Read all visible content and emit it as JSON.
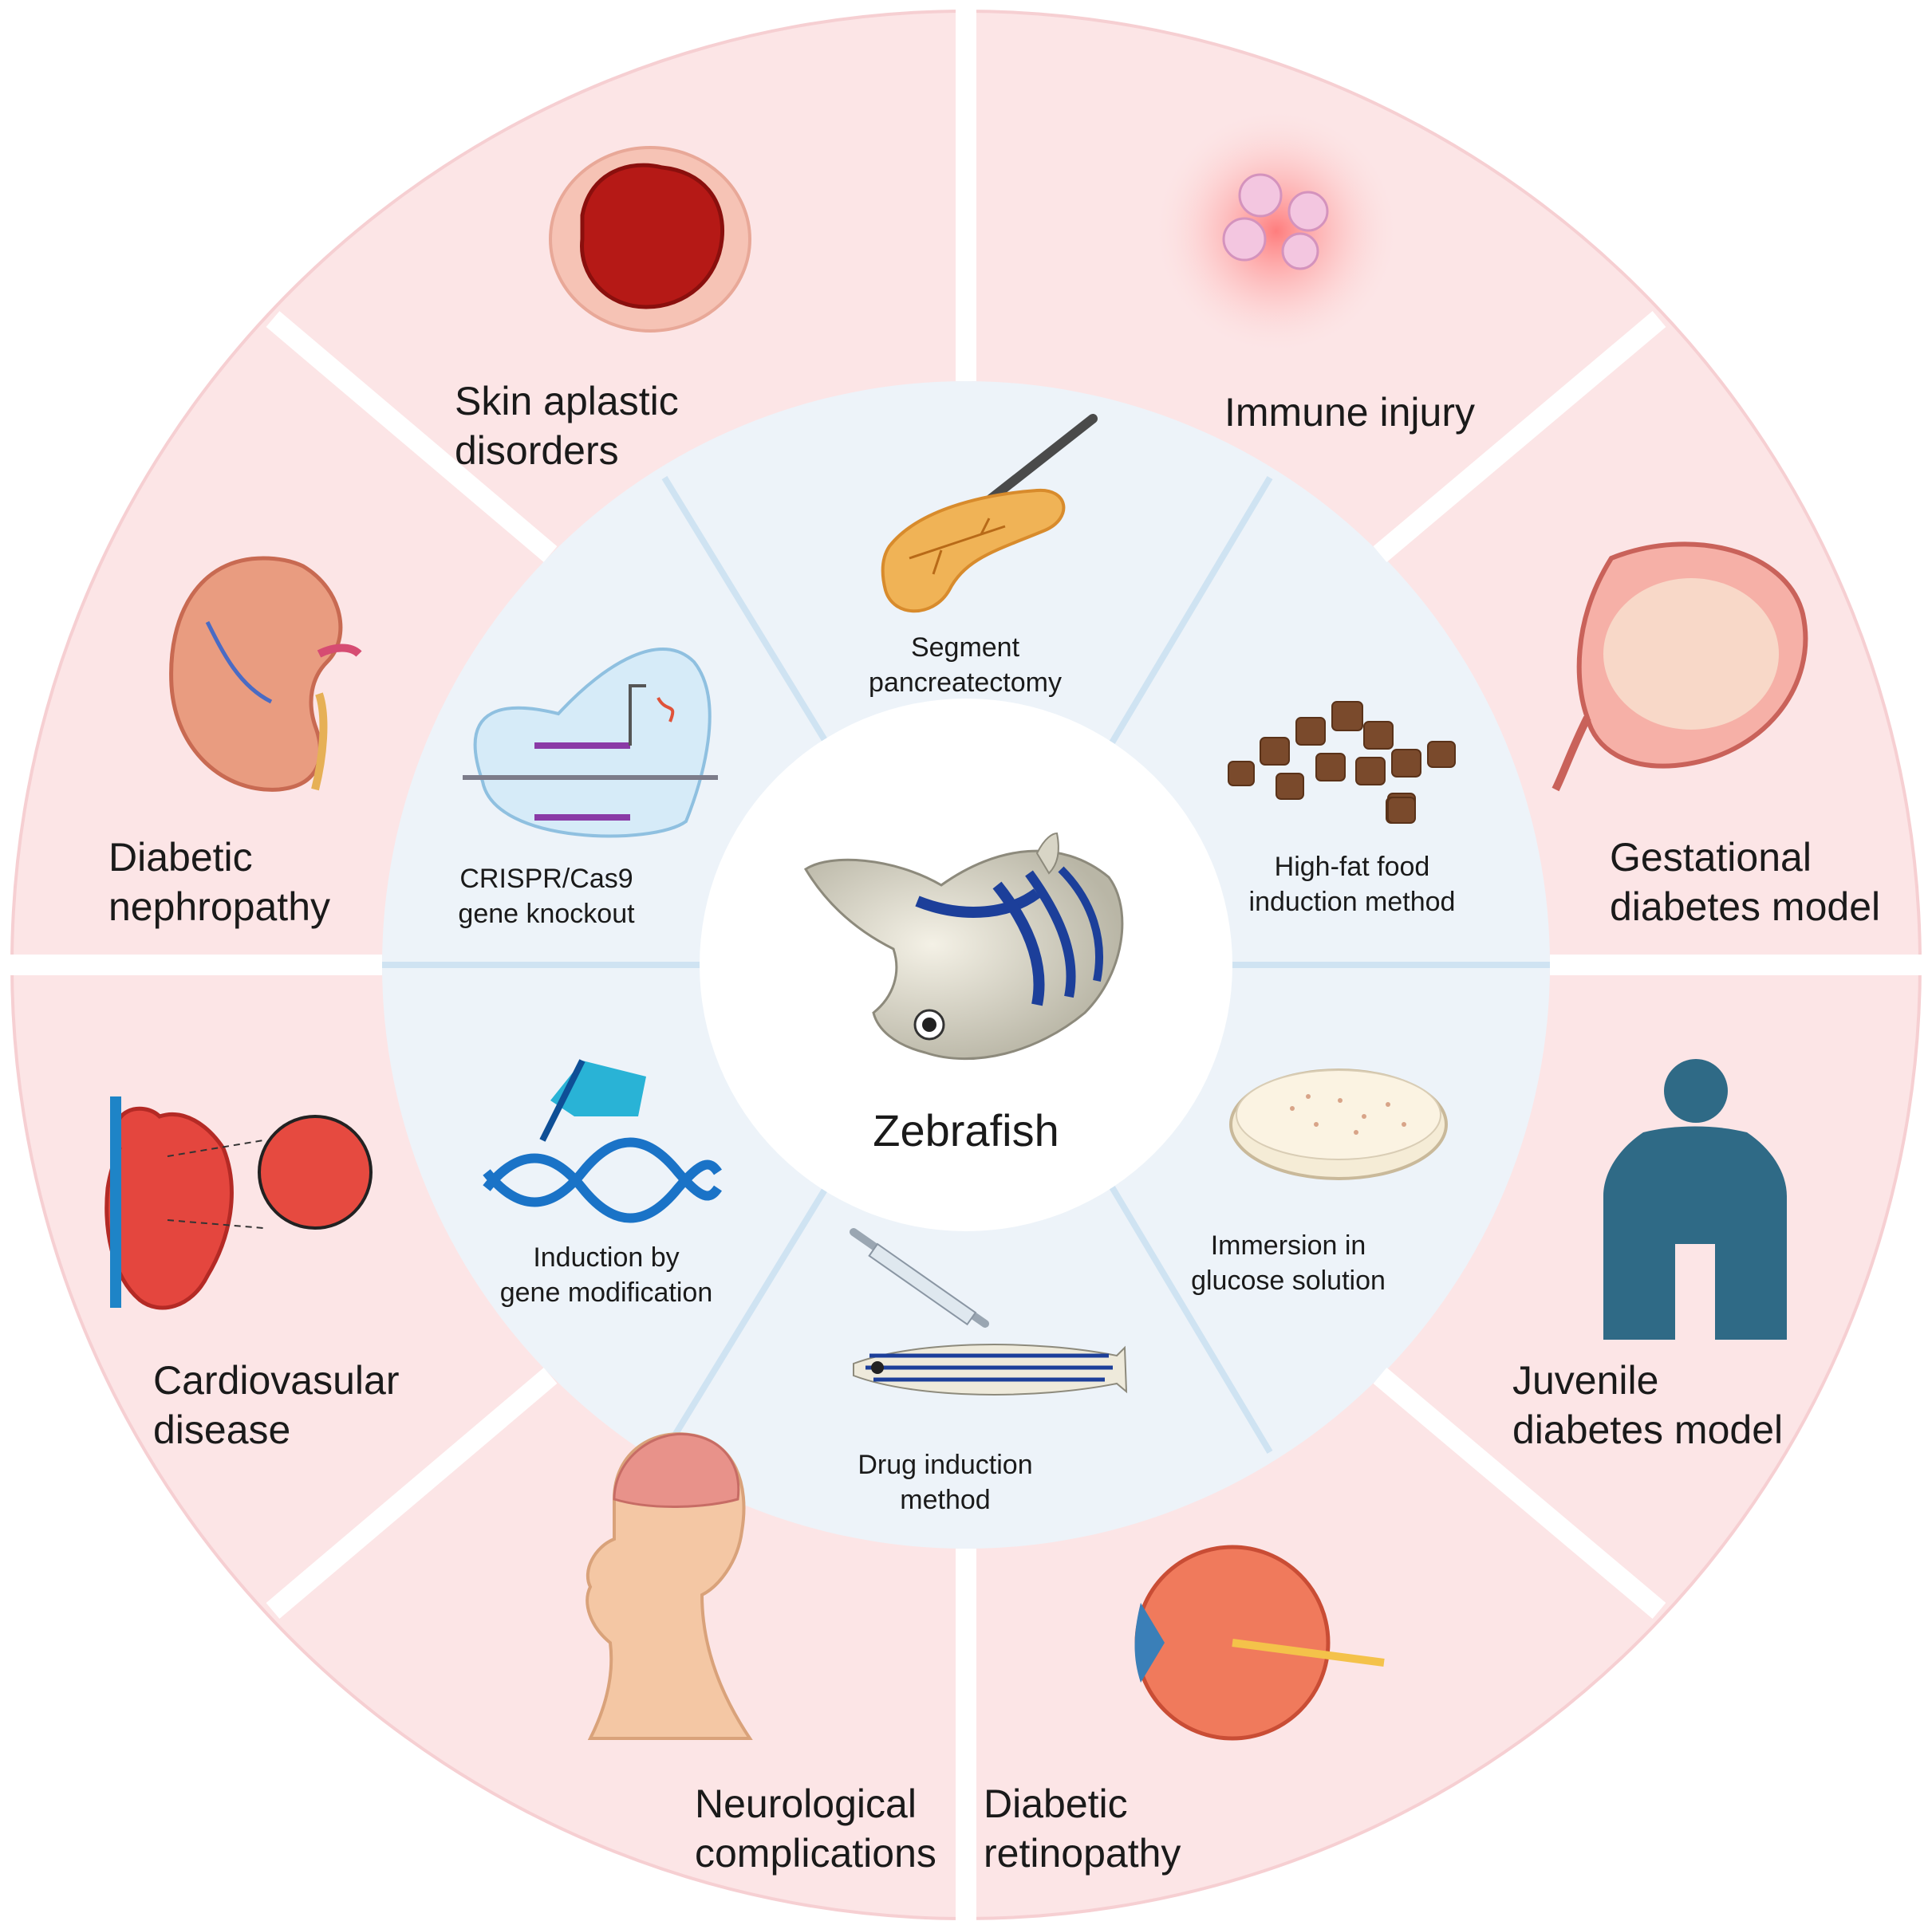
{
  "center": {
    "label": "Zebrafish"
  },
  "induction_methods": [
    {
      "id": "pancreatectomy",
      "lines": [
        "Segment",
        "pancreatectomy"
      ],
      "icon": "scalpel-pancreas-icon"
    },
    {
      "id": "high-fat",
      "lines": [
        "High-fat food",
        "induction method"
      ],
      "icon": "food-pellets-icon"
    },
    {
      "id": "glucose",
      "lines": [
        "Immersion in",
        "glucose solution"
      ],
      "icon": "petri-dish-icon"
    },
    {
      "id": "drug",
      "lines": [
        "Drug induction",
        "method"
      ],
      "icon": "syringe-fish-icon"
    },
    {
      "id": "gene-mod",
      "lines": [
        "Induction by",
        "gene modification"
      ],
      "icon": "dna-hand-icon"
    },
    {
      "id": "crispr",
      "lines": [
        "CRISPR/Cas9",
        "gene knockout"
      ],
      "icon": "crispr-cas9-icon"
    }
  ],
  "disease_models": [
    {
      "id": "immune",
      "lines": [
        "Immune injury"
      ],
      "icon": "immune-cells-icon"
    },
    {
      "id": "gestational",
      "lines": [
        "Gestational",
        "diabetes model"
      ],
      "icon": "fetus-uterus-icon"
    },
    {
      "id": "juvenile",
      "lines": [
        "Juvenile",
        "diabetes model"
      ],
      "icon": "child-silhouette-icon"
    },
    {
      "id": "retinopathy",
      "lines": [
        "Diabetic",
        "retinopathy"
      ],
      "icon": "eye-icon"
    },
    {
      "id": "neuro",
      "lines": [
        "Neurological",
        "complications"
      ],
      "icon": "head-brain-icon"
    },
    {
      "id": "cardio",
      "lines": [
        "Cardiovasular",
        "disease"
      ],
      "icon": "heart-icon"
    },
    {
      "id": "nephropathy",
      "lines": [
        "Diabetic",
        "nephropathy"
      ],
      "icon": "kidney-icon"
    },
    {
      "id": "skin",
      "lines": [
        "Skin aplastic",
        "disorders"
      ],
      "icon": "skin-wound-icon"
    }
  ],
  "colors": {
    "outer_ring": "#fce5e6",
    "outer_ring_edge": "#f6cfd2",
    "inner_ring": "#edf3f9",
    "inner_divider": "#cfe3f2",
    "center": "#ffffff",
    "stripe_blue": "#1c3f9a",
    "juvenile_figure": "#2f6a86"
  }
}
